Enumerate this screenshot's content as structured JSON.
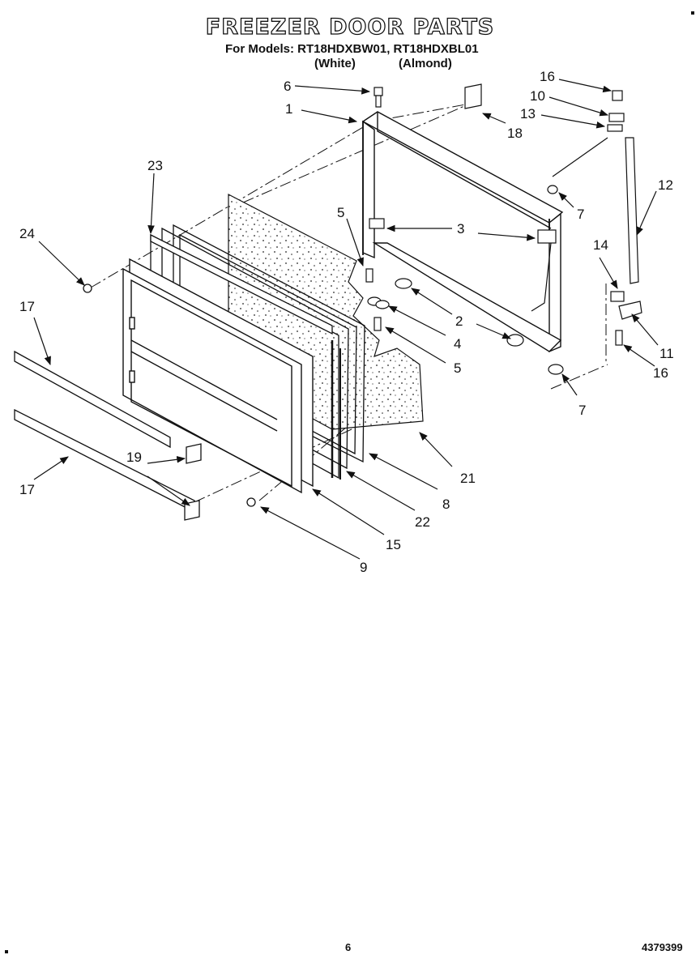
{
  "header": {
    "title": "FREEZER DOOR PARTS",
    "models_line": "For Models: RT18HDXBW01, RT18HDXBL01",
    "variant_white": "(White)",
    "variant_almond": "(Almond)"
  },
  "callouts": [
    {
      "id": "c1",
      "label": "1"
    },
    {
      "id": "c2",
      "label": "2"
    },
    {
      "id": "c3",
      "label": "3"
    },
    {
      "id": "c4",
      "label": "4"
    },
    {
      "id": "c5a",
      "label": "5"
    },
    {
      "id": "c5b",
      "label": "5"
    },
    {
      "id": "c6",
      "label": "6"
    },
    {
      "id": "c7a",
      "label": "7"
    },
    {
      "id": "c7b",
      "label": "7"
    },
    {
      "id": "c8",
      "label": "8"
    },
    {
      "id": "c9",
      "label": "9"
    },
    {
      "id": "c10",
      "label": "10"
    },
    {
      "id": "c11",
      "label": "11"
    },
    {
      "id": "c12",
      "label": "12"
    },
    {
      "id": "c13",
      "label": "13"
    },
    {
      "id": "c14",
      "label": "14"
    },
    {
      "id": "c15",
      "label": "15"
    },
    {
      "id": "c16a",
      "label": "16"
    },
    {
      "id": "c16b",
      "label": "16"
    },
    {
      "id": "c17a",
      "label": "17"
    },
    {
      "id": "c17b",
      "label": "17"
    },
    {
      "id": "c18",
      "label": "18"
    },
    {
      "id": "c19",
      "label": "19"
    },
    {
      "id": "c21",
      "label": "21"
    },
    {
      "id": "c22",
      "label": "22"
    },
    {
      "id": "c23",
      "label": "23"
    },
    {
      "id": "c24",
      "label": "24"
    }
  ],
  "footer": {
    "page_number": "6",
    "document_number": "4379399"
  }
}
